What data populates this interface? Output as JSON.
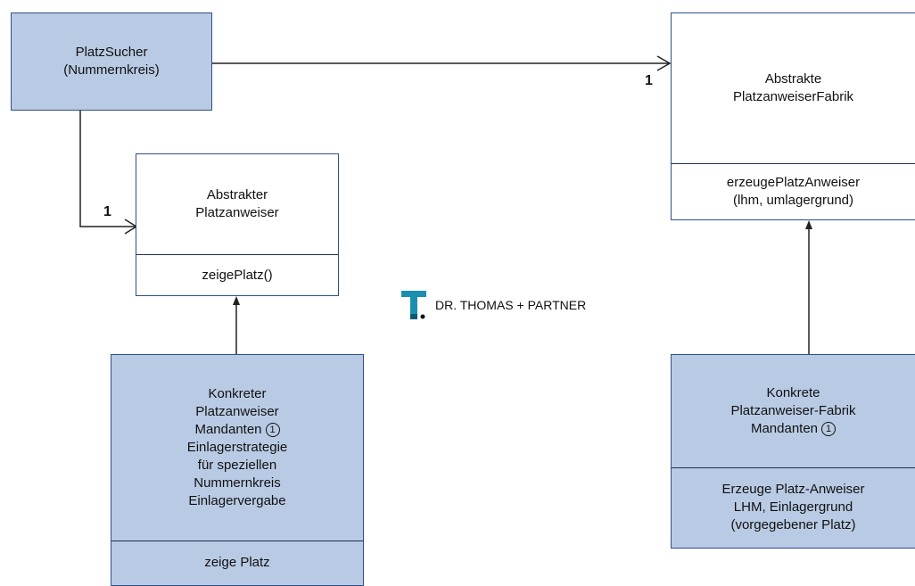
{
  "nodes": {
    "platz_sucher": {
      "lines": [
        "PlatzSucher",
        "(Nummernkreis)"
      ]
    },
    "abstrakte_fabrik": {
      "title_lines": [
        "Abstrakte",
        "PlatzanweiserFabrik"
      ],
      "method_lines": [
        "erzeugePlatzAnweiser",
        "(lhm, umlagergrund)"
      ]
    },
    "abstrakter_platzanweiser": {
      "title_lines": [
        "Abstrakter",
        "Platzanweiser"
      ],
      "method_lines": [
        "zeigePlatz()"
      ]
    },
    "konkreter_platzanweiser": {
      "title_lines": [
        "Konkreter",
        "Platzanweiser",
        "Mandanten",
        "Einlagerstrategie",
        "für speziellen",
        "Nummernkreis",
        "Einlagervergabe"
      ],
      "marker": "1",
      "method_lines": [
        "zeige Platz"
      ]
    },
    "konkrete_fabrik": {
      "title_lines": [
        "Konkrete",
        "Platzanweiser-Fabrik",
        "Mandanten"
      ],
      "marker": "1",
      "method_lines": [
        "Erzeuge Platz-Anweiser",
        "LHM, Einlagergrund",
        "(vorgegebener Platz)"
      ]
    }
  },
  "multiplicities": {
    "to_fabrik": "1",
    "to_platzanweiser": "1"
  },
  "brand": {
    "text": "DR. THOMAS + PARTNER"
  },
  "colors": {
    "fill": "#b9cbe4",
    "border": "#2f4f86",
    "logo": "#1a8fb0"
  }
}
